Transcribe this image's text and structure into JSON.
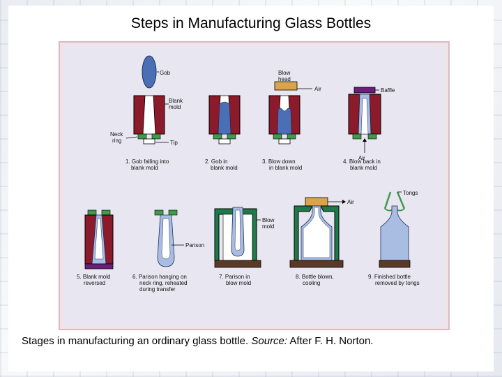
{
  "title": "Steps in Manufacturing Glass Bottles",
  "caption": {
    "text": "Stages in manufacturing an ordinary glass bottle.",
    "source_label": "Source:",
    "source": "After F. H. Norton."
  },
  "labels": {
    "gob": "Gob",
    "blank_mold_1": "Blank",
    "blank_mold_2": "mold",
    "neck_ring_1": "Neck",
    "neck_ring_2": "ring",
    "tip": "Tip",
    "blow_head_1": "Blow",
    "blow_head_2": "head",
    "air_1": "Air",
    "baffle": "Baffle",
    "air_2": "Air",
    "parison": "Parison",
    "blow_mold_1": "Blow",
    "blow_mold_2": "mold",
    "air_3": "Air",
    "tongs": "Tongs"
  },
  "steps": [
    {
      "line1": "1. Gob falling into",
      "line2": "blank mold",
      "line3": ""
    },
    {
      "line1": "2. Gob in",
      "line2": "blank mold",
      "line3": ""
    },
    {
      "line1": "3. Blow down",
      "line2": "in blank mold",
      "line3": ""
    },
    {
      "line1": "4. Blow back in",
      "line2": "blank mold",
      "line3": ""
    },
    {
      "line1": "5. Blank mold",
      "line2": "reversed",
      "line3": ""
    },
    {
      "line1": "6. Parison hanging on",
      "line2": "neck ring, reheated",
      "line3": "during transfer"
    },
    {
      "line1": "7. Parison in",
      "line2": "blow mold",
      "line3": ""
    },
    {
      "line1": "8. Bottle blown,",
      "line2": "cooling",
      "line3": ""
    },
    {
      "line1": "9. Finished bottle",
      "line2": "removed by tongs",
      "line3": ""
    }
  ],
  "colors": {
    "blank_mold": "#8b1a2a",
    "glass": "#4a6fb5",
    "glass_light": "#a9bde3",
    "neck_ring": "#3f9a4a",
    "blow_mold": "#1f7a4a",
    "blow_head": "#d9a44a",
    "baffle": "#6a1f7a",
    "bottom_plate": "#5a3a26",
    "panel": "#e8e6f1"
  }
}
